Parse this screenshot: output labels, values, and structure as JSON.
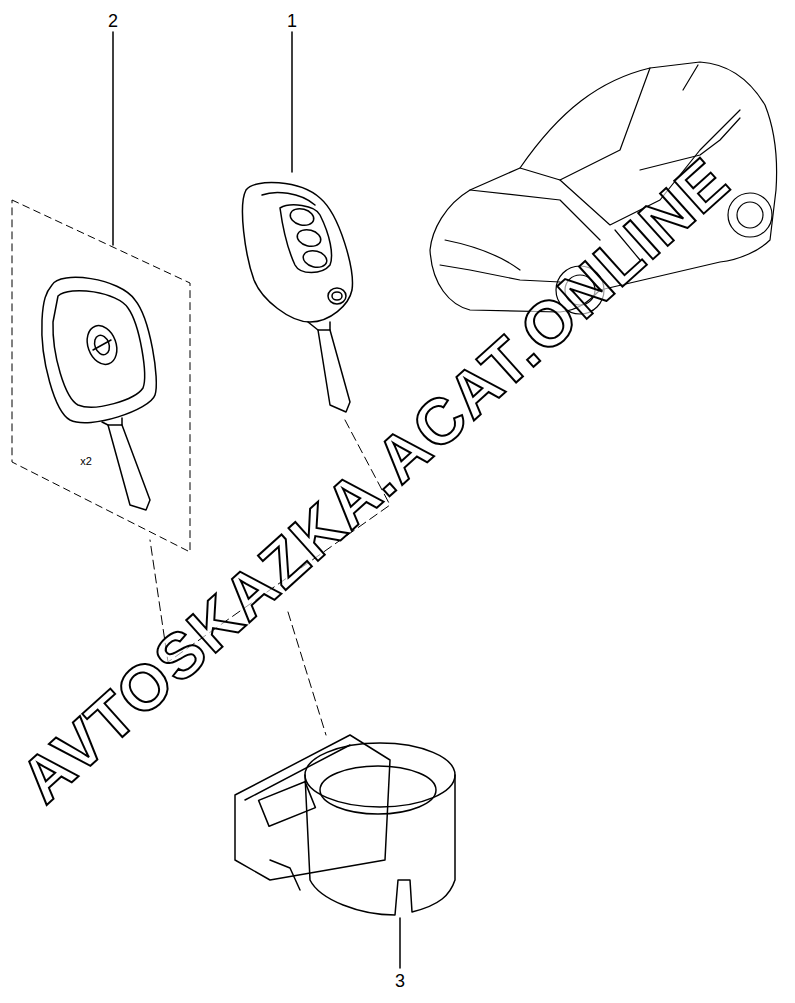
{
  "diagram": {
    "labels": [
      "2",
      "1",
      "3",
      "x2",
      "AVTOSKAZKA.ACAT.ONLINE"
    ]
  }
}
